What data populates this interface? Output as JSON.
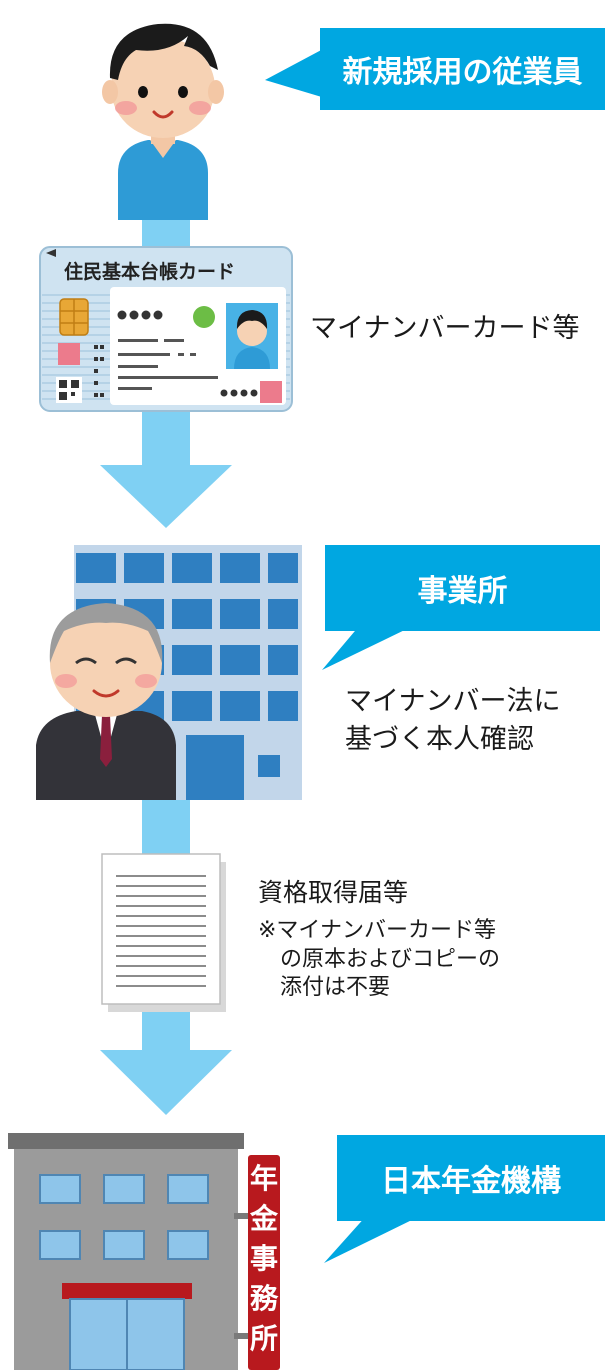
{
  "steps": {
    "employee": {
      "callout": "新規採用の従業員"
    },
    "card": {
      "card_title": "住民基本台帳カード",
      "label": "マイナンバーカード等"
    },
    "office": {
      "callout": "事業所",
      "note_line1": "マイナンバー法に",
      "note_line2": "基づく本人確認"
    },
    "document": {
      "label": "資格取得届等",
      "note_line1": "※マイナンバーカード等",
      "note_line2": "の原本およびコピーの",
      "note_line3": "添付は不要"
    },
    "pension": {
      "callout": "日本年金機構",
      "sign_chars": [
        "年",
        "金",
        "事",
        "務",
        "所"
      ]
    }
  },
  "colors": {
    "callout_blue": "#00a7e1",
    "arrow_blue": "#7fd0f3",
    "sign_red": "#b8191e"
  }
}
